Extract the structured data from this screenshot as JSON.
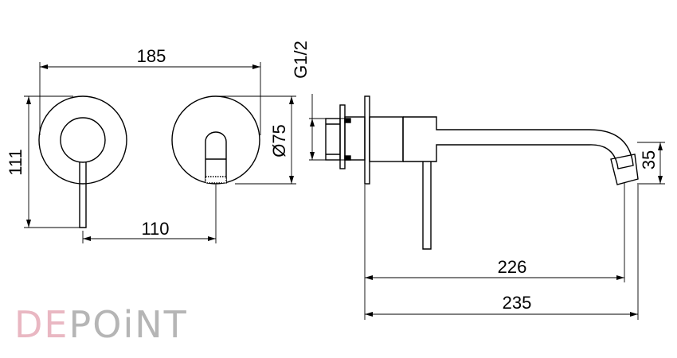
{
  "dimensions": {
    "front_width": "185",
    "front_height": "111",
    "center_distance": "110",
    "thread": "G1/2",
    "plate_diameter": "Ø75",
    "spout_drop": "35",
    "spout_reach_inner": "226",
    "spout_reach_total": "235"
  },
  "logo": {
    "part1": "DE",
    "part2": "POiNT",
    "color1": "#e9b7c2",
    "color2": "#b5b5b5"
  }
}
